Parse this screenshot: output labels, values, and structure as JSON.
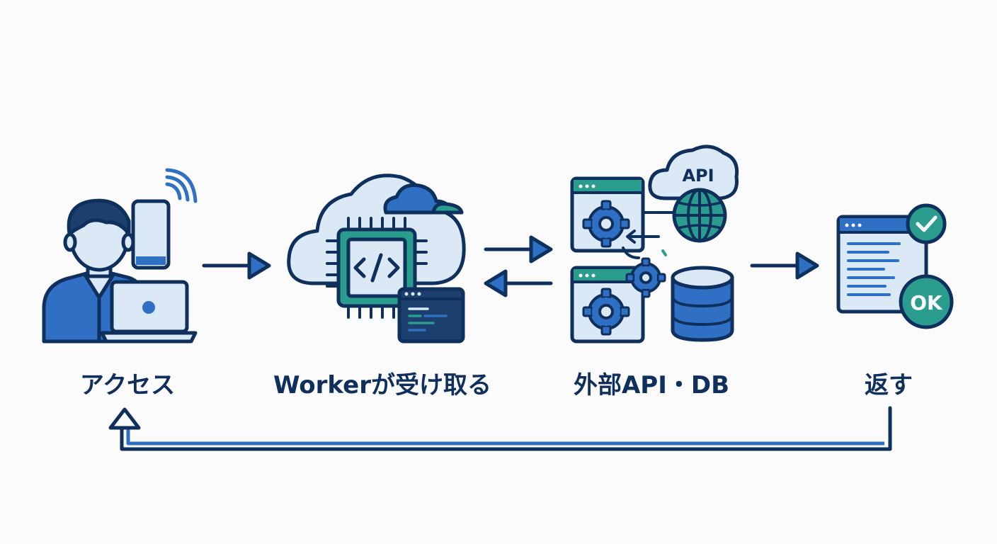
{
  "steps": [
    {
      "id": "access",
      "label": "アクセス",
      "icon": "user-with-devices-icon"
    },
    {
      "id": "worker",
      "label": "Workerが受け取る",
      "icon": "cloud-chip-worker-icon"
    },
    {
      "id": "external",
      "label": "外部API・DB",
      "icon": "api-database-icon",
      "api_badge": "API"
    },
    {
      "id": "return",
      "label": "返す",
      "icon": "response-ok-icon",
      "ok_badge": "OK"
    }
  ],
  "colors": {
    "outline": "#0f2f5c",
    "primary": "#2f6fc4",
    "light": "#dbe9f6",
    "teal": "#2a9d8f",
    "dark": "#1c3f6e",
    "background": "#fbfbfb"
  }
}
